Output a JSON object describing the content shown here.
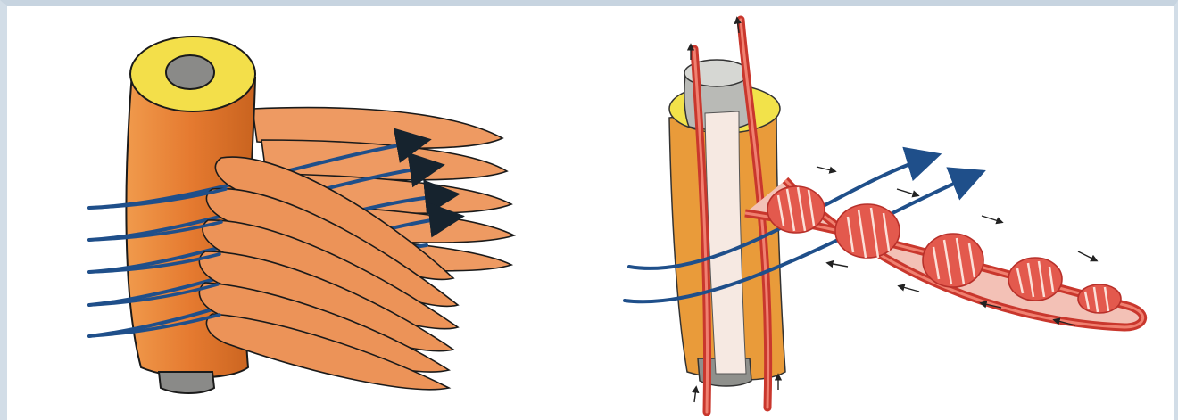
{
  "figure": {
    "panels": [
      {
        "id": "left",
        "subject": "fish-gill-arch-with-filaments"
      },
      {
        "id": "right",
        "subject": "gill-filament-countercurrent-flow"
      }
    ],
    "colors": {
      "background": "#ffffff",
      "frame": "#d2dde7",
      "arch_orange": "#e8823a",
      "arch_dark": "#c9631f",
      "filament": "#ee9a62",
      "cartilage_yellow": "#f3df4a",
      "bone_gray": "#8a8a88",
      "vessel_red": "#d8453a",
      "water_blue": "#1f4f8a",
      "outline": "#1a1a1a"
    },
    "icons": [
      "water-flow-arrow-icon",
      "blood-flow-arrow-icon"
    ]
  }
}
